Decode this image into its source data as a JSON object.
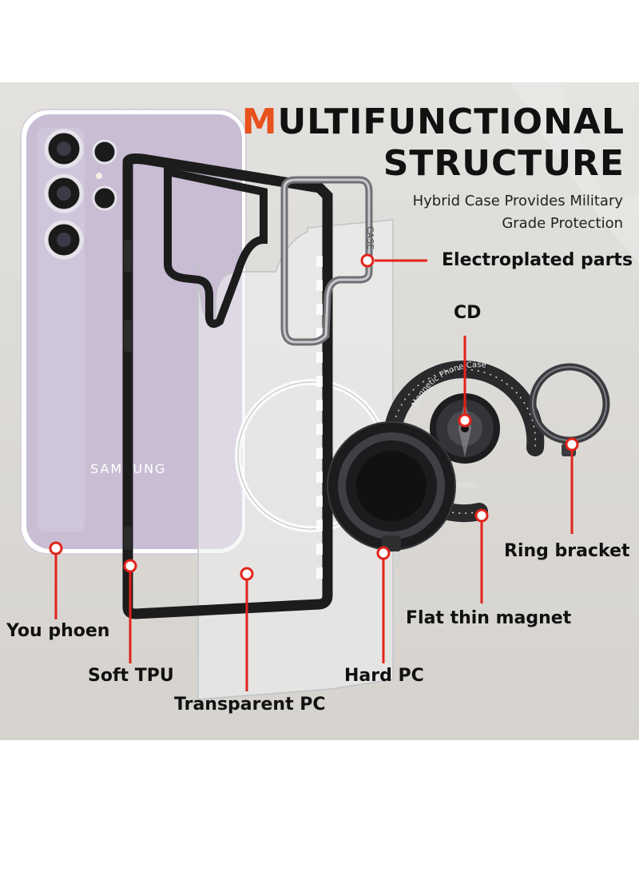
{
  "heading": {
    "accent_letter": "M",
    "line1_rest": "ULTIFUNCTIONAL",
    "line2": "STRUCTURE",
    "subtitle_line1": "Hybrid Case Provides Military",
    "subtitle_line2": "Grade Protection"
  },
  "phone_text": {
    "back_logo": "SAMSUNG",
    "edge_text": "CASE"
  },
  "ring_text": {
    "outer": "Magnetic Phone Case",
    "inner": "Magnetic"
  },
  "callouts": {
    "electroplated": "Electroplated parts",
    "cd": "CD",
    "ring_bracket": "Ring bracket",
    "flat_magnet": "Flat thin magnet",
    "you_phone": "You phoen",
    "soft_tpu": "Soft TPU",
    "hard_pc": "Hard PC",
    "transparent_pc": "Transparent PC"
  },
  "colors": {
    "accent": "#e8501c",
    "callout_red": "#e2231a",
    "phone_purple": "#c9bdd4",
    "case_black": "#1c1c1c"
  }
}
